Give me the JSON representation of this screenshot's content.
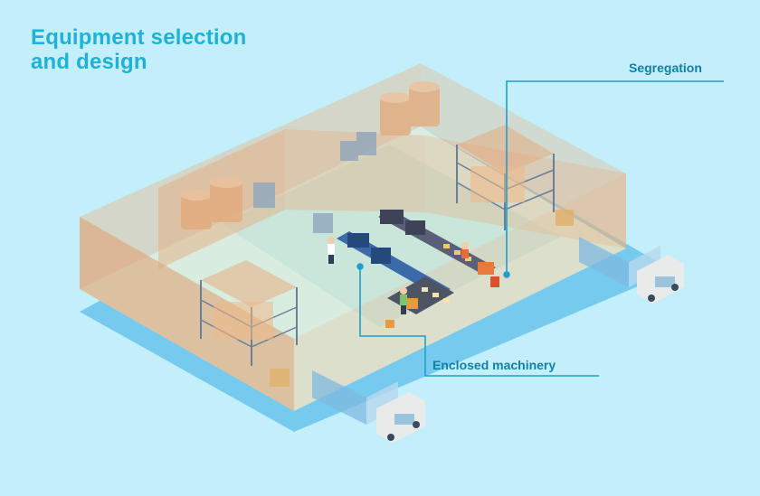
{
  "title": {
    "line1": "Equipment selection",
    "line2": "and design"
  },
  "callouts": {
    "segregation": "Segregation",
    "enclosed_machinery": "Enclosed machinery"
  },
  "colors": {
    "background": "#c3effa",
    "title": "#1fb2d6",
    "callout_line": "#1e9fcc",
    "callout_text": "#137fa8",
    "walls": "#e8b98f",
    "floor": "#d8e9df",
    "shadow": "#69c3ea"
  },
  "icons": [
    "warehouse-illustration",
    "conveyor-belt",
    "storage-rack",
    "truck",
    "forklift",
    "silo-tank",
    "worker",
    "box"
  ]
}
